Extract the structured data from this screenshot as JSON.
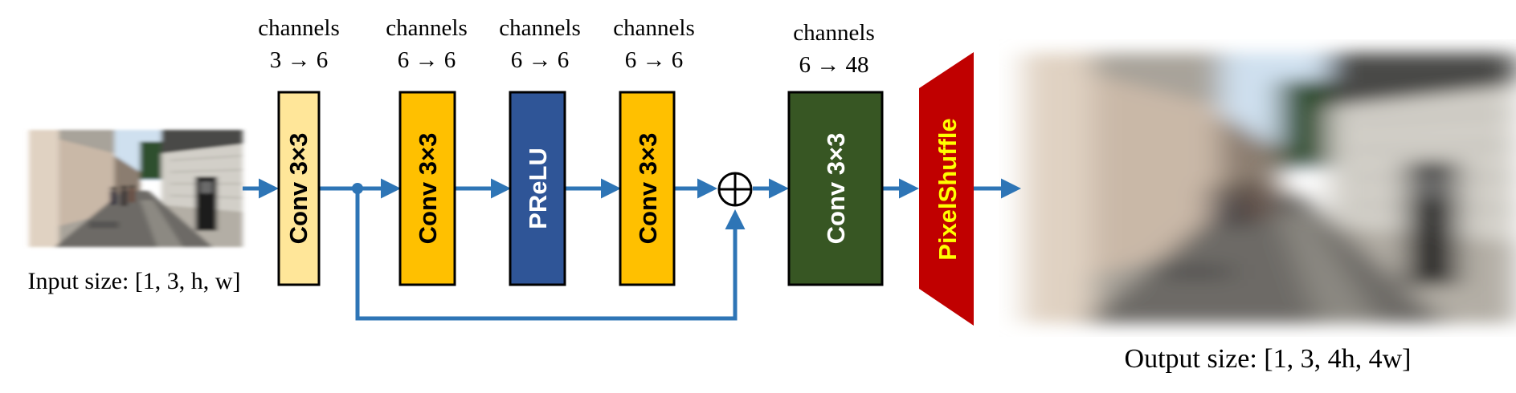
{
  "input": {
    "caption": "Input size: [1, 3, h, w]"
  },
  "output": {
    "caption": "Output size: [1, 3, 4h, 4w]"
  },
  "blocks": [
    {
      "label": "Conv 3×3",
      "channels_label": "channels",
      "channels": "3 → 6",
      "fill": "#ffe699",
      "text_color": "#000000"
    },
    {
      "label": "Conv 3×3",
      "channels_label": "channels",
      "channels": "6 → 6",
      "fill": "#ffc000",
      "text_color": "#000000"
    },
    {
      "label": "PReLU",
      "channels_label": "channels",
      "channels": "6 → 6",
      "fill": "#2f5597",
      "text_color": "#ffffff"
    },
    {
      "label": "Conv 3×3",
      "channels_label": "channels",
      "channels": "6 → 6",
      "fill": "#ffc000",
      "text_color": "#000000"
    },
    {
      "label": "Conv 3×3",
      "channels_label": "channels",
      "channels": "6 → 48",
      "fill": "#375623",
      "text_color": "#ffffff"
    }
  ],
  "pixelshuffle": {
    "label": "PixelShuffle",
    "fill": "#c00000",
    "text_color": "#ffff00"
  },
  "add_operator": "⊕",
  "colors": {
    "arrow": "#2e75b6"
  }
}
